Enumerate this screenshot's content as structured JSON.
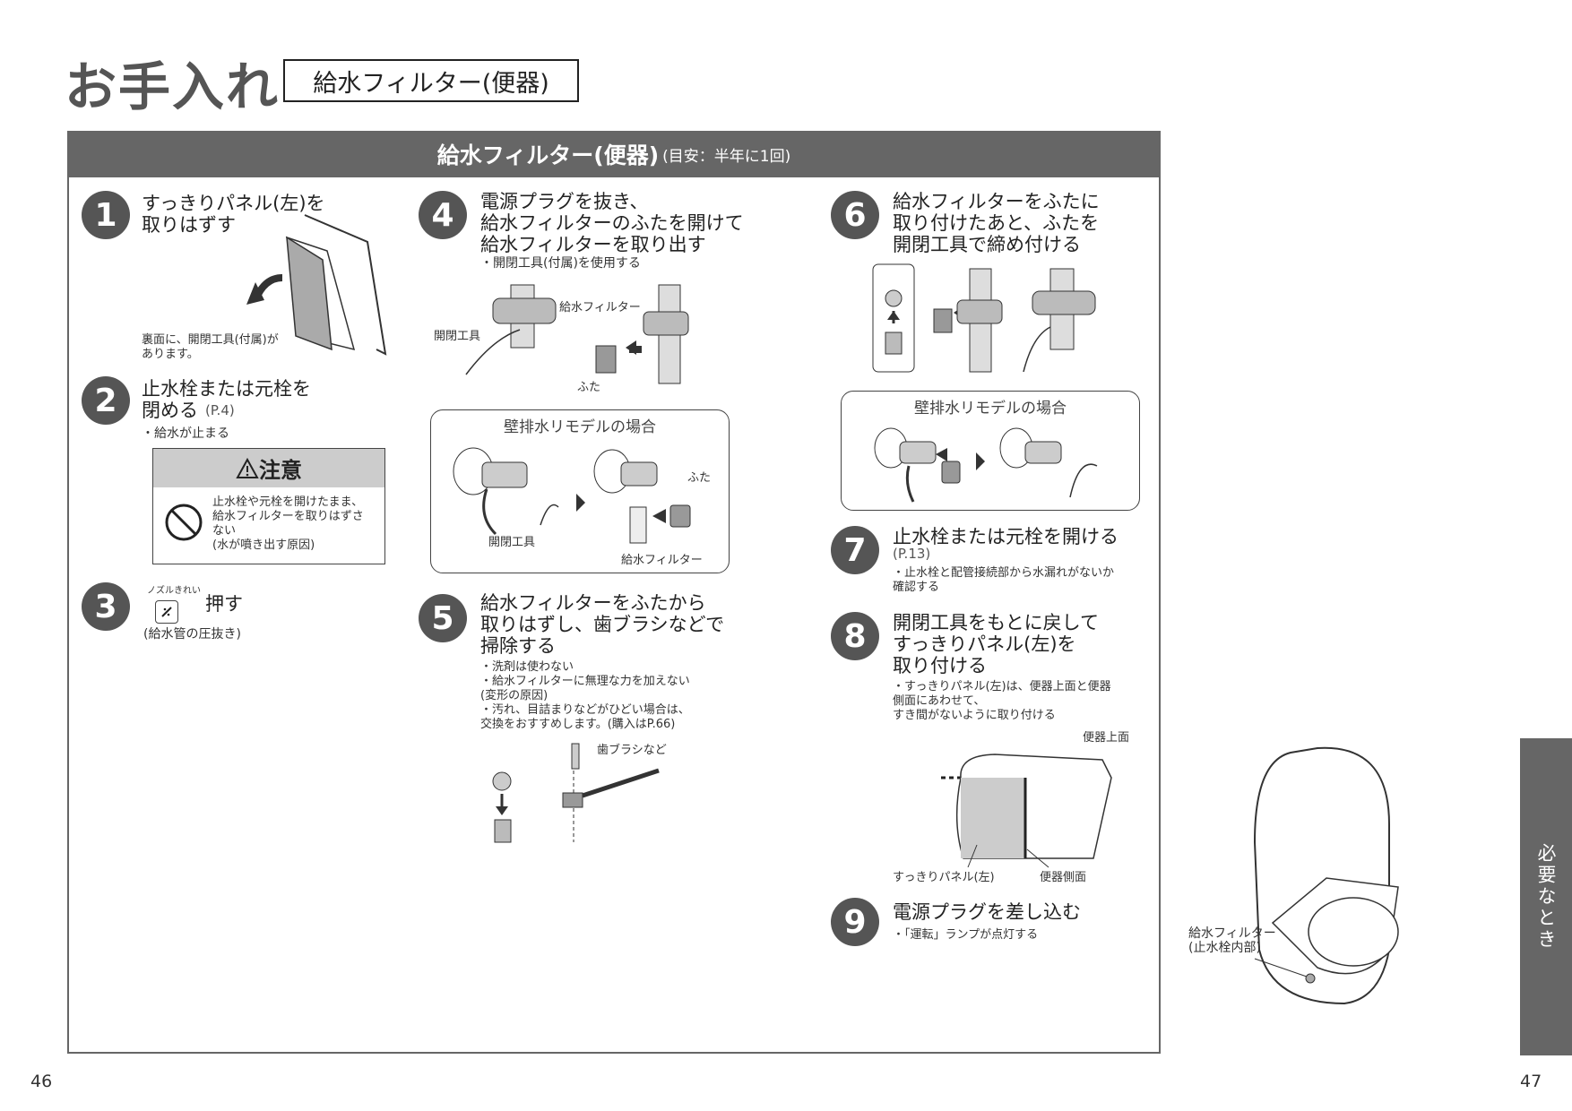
{
  "page_title": "お手入れ",
  "section_label": "給水フィルター(便器)",
  "header": {
    "main": "給水フィルター(便器)",
    "sub": "(目安：半年に1回)"
  },
  "steps": [
    {
      "num": "1",
      "heading": "すっきりパネル(左)を\n取りはずす",
      "caption": "裏面に、開閉工具(付属)が\nあります。"
    },
    {
      "num": "2",
      "heading": "止水栓または元栓を\n閉める",
      "ref": "(P.4)",
      "note": "・給水が止まる"
    },
    {
      "num": "3",
      "button_label": "ノズルきれい",
      "heading": "押す",
      "note": "(給水管の圧抜き)"
    },
    {
      "num": "4",
      "heading": "電源プラグを抜き、\n給水フィルターのふたを開けて\n給水フィルターを取り出す",
      "note": "・開閉工具(付属)を使用する",
      "labels": {
        "tool": "開閉工具",
        "filter": "給水フィルター",
        "cap": "ふた"
      }
    },
    {
      "num": "5",
      "heading": "給水フィルターをふたから\n取りはずし、歯ブラシなどで\n掃除する",
      "note": "・洗剤は使わない\n・給水フィルターに無理な力を加えない\n  (変形の原因)\n・汚れ、目詰まりなどがひどい場合は、\n  交換をおすすめします。(購入はP.66)",
      "labels": {
        "brush": "歯ブラシなど"
      }
    },
    {
      "num": "6",
      "heading": "給水フィルターをふたに\n取り付けたあと、ふたを\n開閉工具で締め付ける"
    },
    {
      "num": "7",
      "heading": "止水栓または元栓を開ける",
      "ref": "(P.13)",
      "note": "・止水栓と配管接続部から水漏れがないか\n  確認する"
    },
    {
      "num": "8",
      "heading": "開閉工具をもとに戻して\nすっきりパネル(左)を\n取り付ける",
      "note": "・すっきりパネル(左)は、便器上面と便器\n  側面にあわせて、\n  すき間がないように取り付ける",
      "labels": {
        "top": "便器上面",
        "panel": "すっきりパネル(左)",
        "side": "便器側面"
      }
    },
    {
      "num": "9",
      "heading": "電源プラグを差し込む",
      "note": "・「運転」ランプが点灯する"
    }
  ],
  "caution": {
    "title": "注意",
    "text": "止水栓や元栓を開けたまま、\n給水フィルターを取りはずさ\nない\n(水が噴き出す原因)"
  },
  "remodel_boxes": [
    {
      "title": "壁排水リモデルの場合",
      "labels": {
        "cap": "ふた",
        "tool": "開閉工具",
        "filter": "給水フィルター"
      }
    },
    {
      "title": "壁排水リモデルの場合"
    }
  ],
  "toilet_label": "給水フィルター\n(止水栓内部)",
  "side_tab": "必要なとき",
  "page_numbers": {
    "left": "46",
    "right": "47"
  }
}
